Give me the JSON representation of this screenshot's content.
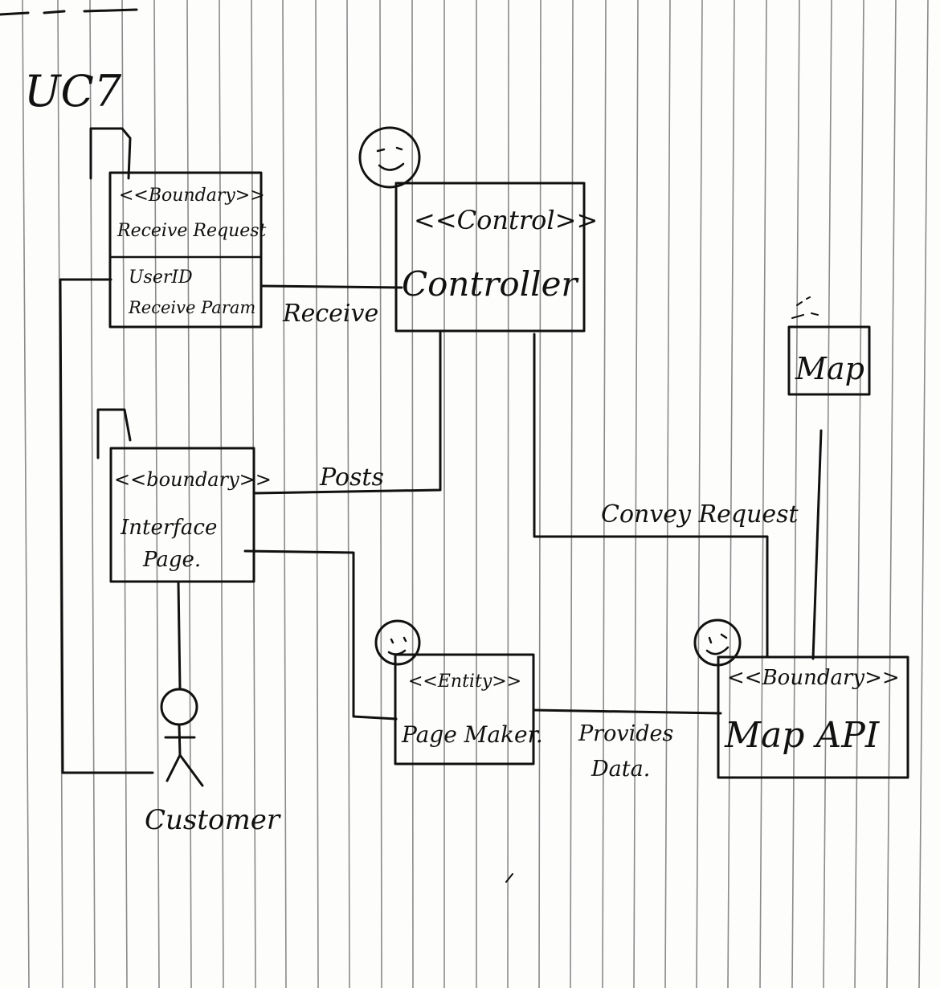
{
  "diagram": {
    "heading": "UC7",
    "nodes": {
      "receive_request": {
        "stereotype": "<<Boundary>>",
        "name": "Receive Request",
        "attributes": [
          "UserID",
          "Receive Param"
        ]
      },
      "interface_page": {
        "stereotype": "<<boundary>>",
        "name_line1": "Interface",
        "name_line2": "Page."
      },
      "controller": {
        "stereotype": "<<Control>>",
        "name": "Controller"
      },
      "map": {
        "name": "Map"
      },
      "page_maker": {
        "stereotype": "<<Entity>>",
        "name": "Page Maker."
      },
      "map_api": {
        "stereotype": "<<Boundary>>",
        "name": "Map API"
      },
      "customer": {
        "name": "Customer"
      }
    },
    "connections": [
      {
        "from": "receive_request",
        "to": "controller",
        "label": "Receive"
      },
      {
        "from": "interface_page",
        "to": "controller",
        "label": "Posts"
      },
      {
        "from": "controller",
        "to": "map_api",
        "label": "Convey Request"
      },
      {
        "from": "page_maker",
        "to": "map_api",
        "label_line1": "Provides",
        "label_line2": "Data."
      },
      {
        "from": "interface_page",
        "to": "page_maker",
        "label": ""
      },
      {
        "from": "map",
        "to": "map_api",
        "label": ""
      },
      {
        "from": "customer",
        "to": "interface_page",
        "label": ""
      },
      {
        "from": "customer",
        "to": "receive_request",
        "label": ""
      }
    ]
  }
}
